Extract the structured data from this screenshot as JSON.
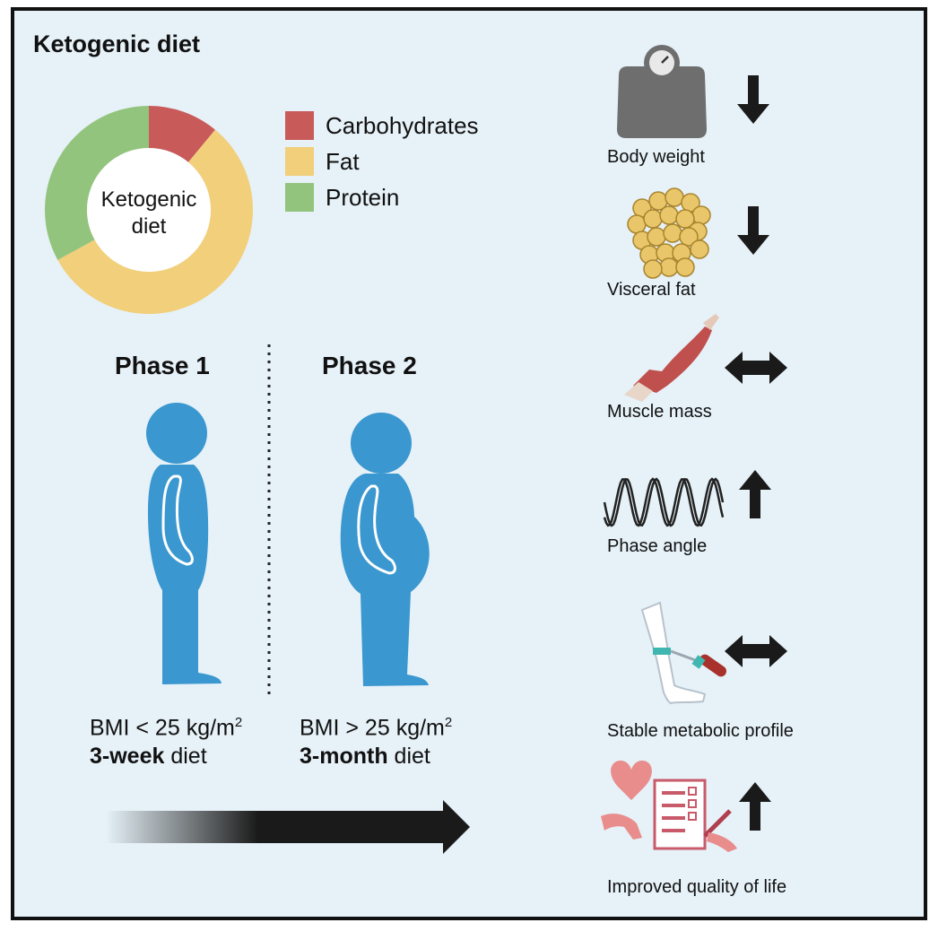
{
  "title": "Ketogenic diet",
  "donut": {
    "center_label": "Ketogenic diet",
    "segments": [
      {
        "name": "Carbohydrates",
        "fraction": 0.11,
        "color": "#c85a5a"
      },
      {
        "name": "Fat",
        "fraction": 0.56,
        "color": "#f2cf7a"
      },
      {
        "name": "Protein",
        "fraction": 0.33,
        "color": "#93c47d"
      }
    ]
  },
  "legend": [
    {
      "label": "Carbohydrates",
      "color": "#c85a5a"
    },
    {
      "label": "Fat",
      "color": "#f2cf7a"
    },
    {
      "label": "Protein",
      "color": "#93c47d"
    }
  ],
  "phases": [
    {
      "title": "Phase 1",
      "bmi_text": "BMI < 25 kg/m",
      "bmi_sup": "2",
      "duration_bold": "3-week",
      "duration_rest": " diet"
    },
    {
      "title": "Phase 2",
      "bmi_text": "BMI > 25 kg/m",
      "bmi_sup": "2",
      "duration_bold": "3-month",
      "duration_rest": " diet"
    }
  ],
  "outcomes": [
    {
      "label": "Body weight",
      "icon": "scale-icon",
      "trend": "down-arrow-icon"
    },
    {
      "label": "Visceral fat",
      "icon": "fat-cells-icon",
      "trend": "down-arrow-icon"
    },
    {
      "label": "Muscle mass",
      "icon": "muscle-icon",
      "trend": "left-right-arrow-icon"
    },
    {
      "label": "Phase angle",
      "icon": "sine-wave-icon",
      "trend": "up-arrow-icon"
    },
    {
      "label": "Stable metabolic profile",
      "icon": "blood-draw-icon",
      "trend": "left-right-arrow-icon"
    },
    {
      "label": "Improved quality of life",
      "icon": "questionnaire-icon",
      "trend": "up-arrow-icon"
    }
  ],
  "colors": {
    "person": "#3a97cf",
    "background": "#e6f1f8",
    "arrow": "#1a1a1a",
    "scale": "#6e6e6e",
    "muscle": "#c0504d",
    "heart": "#e98c8c"
  }
}
